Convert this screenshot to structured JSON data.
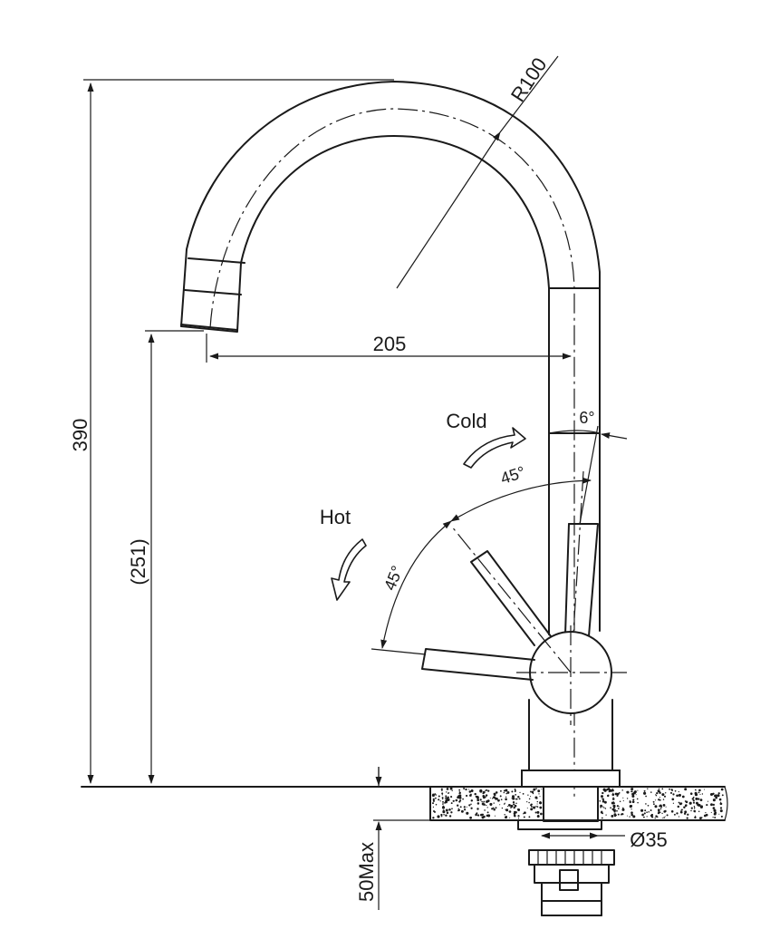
{
  "dimensions": {
    "height_total": "390",
    "spout_height": "(251)",
    "spout_reach": "205",
    "spout_radius": "R100",
    "counter_thickness": "50Max",
    "hole_diameter": "Ø35",
    "lever_tilt": "6°",
    "cold_angle": "45°",
    "hot_angle": "45°"
  },
  "labels": {
    "cold": "Cold",
    "hot": "Hot"
  }
}
